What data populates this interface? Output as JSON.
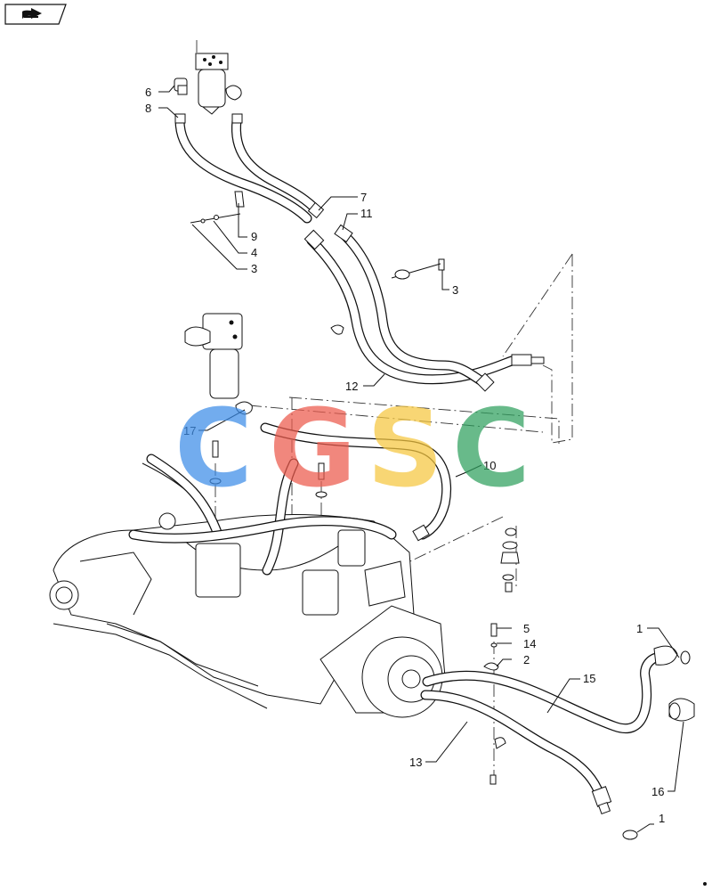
{
  "navigation": {
    "icon": "next-page-arrow-icon"
  },
  "watermark": {
    "letters": [
      "C",
      "G",
      "S",
      "C"
    ],
    "colors": [
      "#3d8de8",
      "#ec5a4c",
      "#f6c73f",
      "#2fa05e"
    ]
  },
  "callouts": {
    "c1a": "1",
    "c1b": "1",
    "c2": "2",
    "c3a": "3",
    "c3b": "3",
    "c4": "4",
    "c5": "5",
    "c6": "6",
    "c7": "7",
    "c8": "8",
    "c9": "9",
    "c10": "10",
    "c11": "11",
    "c12": "12",
    "c13": "13",
    "c14": "14",
    "c15": "15",
    "c16": "16",
    "c17": "17"
  }
}
